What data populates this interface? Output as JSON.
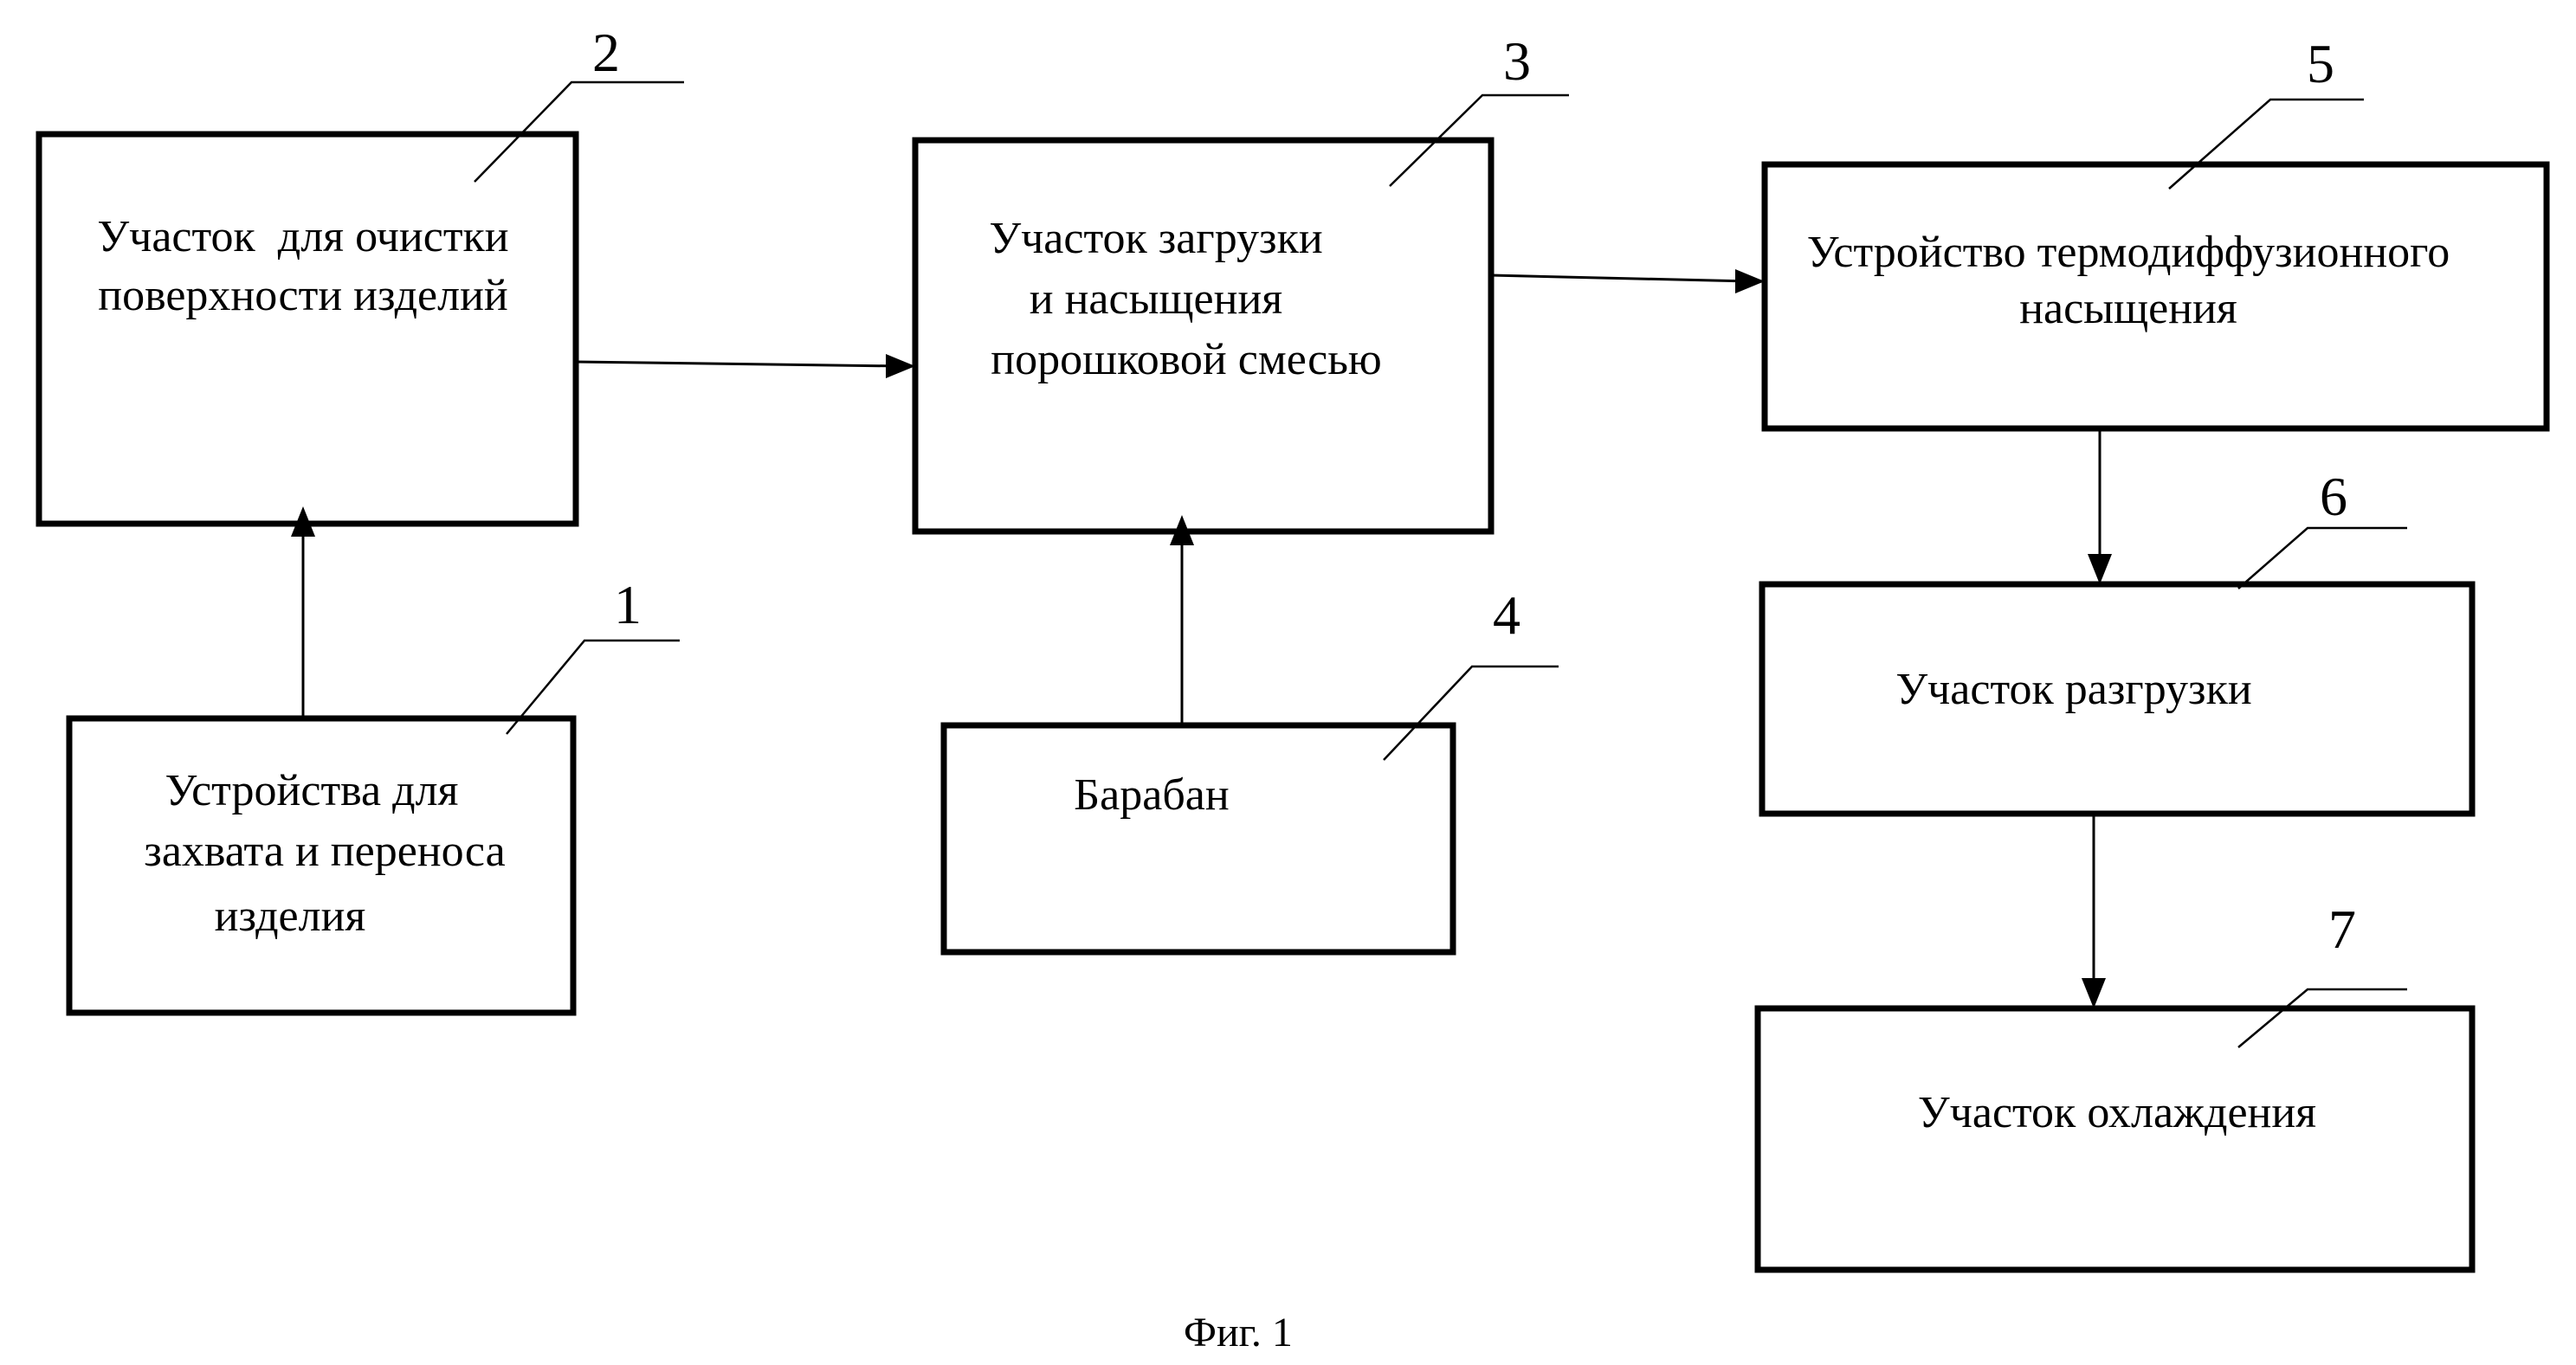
{
  "blocks": {
    "b1": {
      "number": "1",
      "lines": [
        "Устройства для",
        "захвата и переноса",
        "изделия"
      ]
    },
    "b2": {
      "number": "2",
      "lines": [
        "Участок  для очистки",
        "поверхности изделий"
      ]
    },
    "b3": {
      "number": "3",
      "lines": [
        "Участок загрузки",
        "и насыщения",
        "порошковой смесью"
      ]
    },
    "b4": {
      "number": "4",
      "lines": [
        "Барабан"
      ]
    },
    "b5": {
      "number": "5",
      "lines": [
        "Устройство термодиффузионного",
        "насыщения"
      ]
    },
    "b6": {
      "number": "6",
      "lines": [
        "Участок разгрузки"
      ]
    },
    "b7": {
      "number": "7",
      "lines": [
        "Участок охлаждения"
      ]
    }
  },
  "connections": [
    {
      "from": "1",
      "to": "2"
    },
    {
      "from": "2",
      "to": "3"
    },
    {
      "from": "4",
      "to": "3"
    },
    {
      "from": "3",
      "to": "5"
    },
    {
      "from": "5",
      "to": "6"
    },
    {
      "from": "6",
      "to": "7"
    }
  ],
  "caption": "Фиг. 1"
}
